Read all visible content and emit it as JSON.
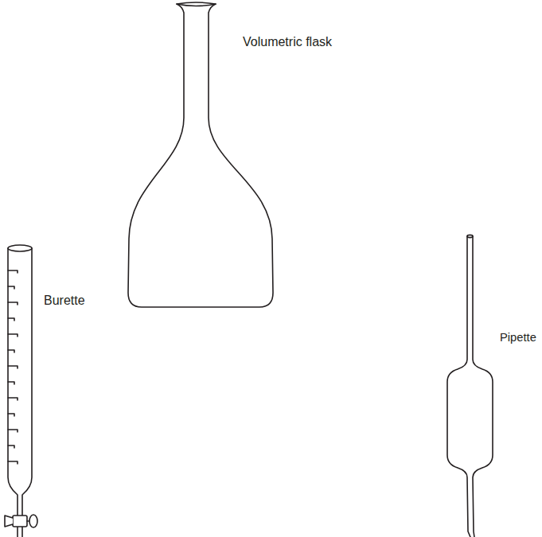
{
  "diagram": {
    "labels": [
      "Volumetric flask",
      "Burette",
      "Pipette"
    ]
  }
}
